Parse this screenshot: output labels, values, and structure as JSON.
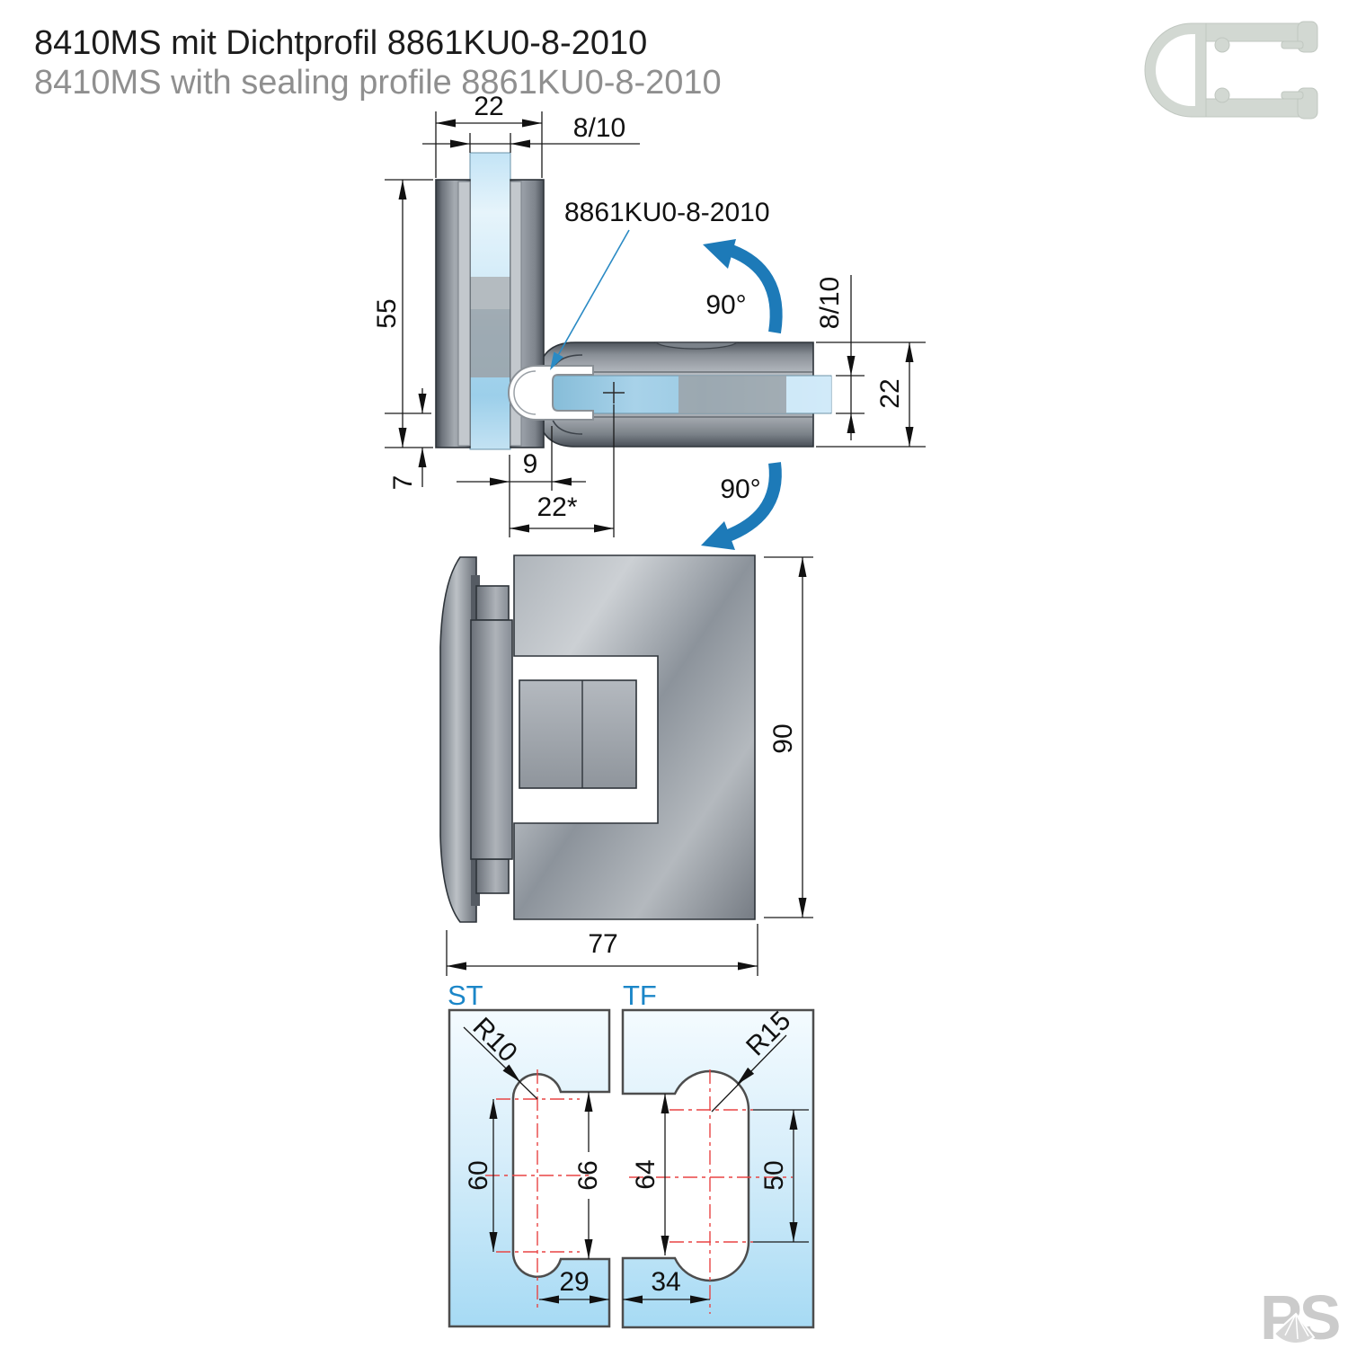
{
  "title": {
    "line1_de": "8410MS mit Dichtprofil 8861KU0-8-2010",
    "line2_en": "8410MS with sealing profile 8861KU0-8-2010"
  },
  "top_view": {
    "seal_label": "8861KU0-8-2010",
    "rotation_top": "90°",
    "rotation_bottom": "90°",
    "dim_clamp_width": "22",
    "dim_glass_thickness": "8/10",
    "dim_clamp_height": "55",
    "dim_bottom_offset": "7",
    "dim_seal_offset": "9",
    "dim_pivot_offset": "22*",
    "dim_right_glass_thickness": "8/10",
    "dim_right_clamp_height": "22"
  },
  "front_view": {
    "dim_height": "90",
    "dim_width": "77"
  },
  "glass_cutouts": {
    "st": {
      "label": "ST",
      "dim_radius": "R10",
      "dim_hole_spacing": "60",
      "dim_cutout_height": "66",
      "dim_cutout_width": "29"
    },
    "tf": {
      "label": "TF",
      "dim_radius": "R15",
      "dim_cutout_height": "64",
      "dim_hole_spacing": "50",
      "dim_cutout_width": "34"
    }
  },
  "watermark": "PS",
  "colors": {
    "accent_blue": "#1d7ab8",
    "label_blue": "#2a8ac4",
    "tab_blue": "#1b86c8",
    "centerline_red": "#e84444",
    "glass_blue": "#a9d6ee",
    "metal_gray": "#8c939b",
    "profile_gray": "#d2d8d2"
  }
}
